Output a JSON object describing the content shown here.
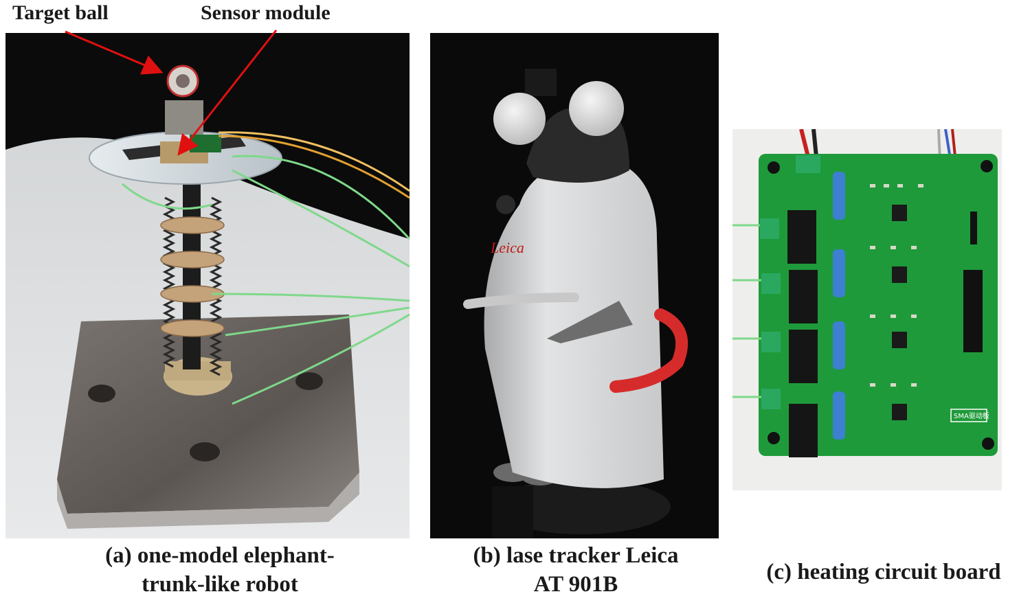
{
  "annotations": {
    "target_ball": "Target ball",
    "sensor_module": "Sensor module",
    "arrow_color": "#e01010"
  },
  "captions": {
    "a_line1": "(a) one-model elephant-",
    "a_line2": "trunk-like robot",
    "b_line1": "(b) lase tracker Leica",
    "b_line2": "AT 901B",
    "c": "(c) heating circuit board"
  },
  "logo_text": "Leica",
  "board_silkscreen": "SMA驱动板",
  "colors": {
    "background": "#ffffff",
    "pcb_green": "#1f9a3a",
    "wire_green": "#7fd88a",
    "tracker_grey": "#d9d9d9",
    "handle_red": "#d62b2b"
  }
}
